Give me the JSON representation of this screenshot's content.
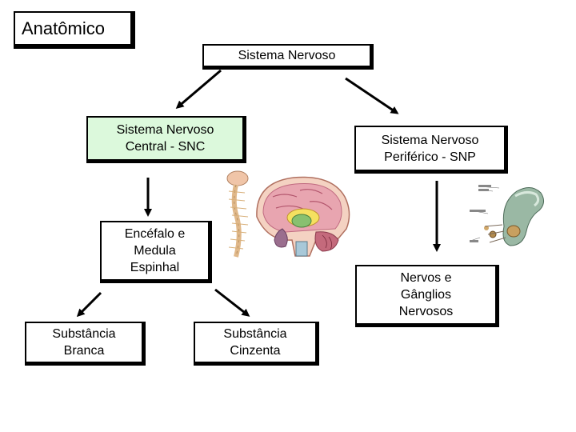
{
  "title": "Anatômico",
  "nodes": {
    "root": "Sistema Nervoso",
    "central": "Sistema Nervoso\nCentral - SNC",
    "peripheral": "Sistema Nervoso\nPeriférico - SNP",
    "encephalon": "Encéfalo e\nMedula\nEspinhal",
    "nerves": "Nervos e\nGânglios\nNervosos",
    "white_matter": "Substância\nBranca",
    "gray_matter": "Substância\nCinzenta"
  },
  "colors": {
    "central_fill": "#dcf9dc",
    "border": "#000000"
  },
  "illustrations": [
    {
      "name": "spinal-cord-illustration"
    },
    {
      "name": "brain-sagittal-illustration"
    },
    {
      "name": "nerve-ganglia-illustration"
    }
  ]
}
